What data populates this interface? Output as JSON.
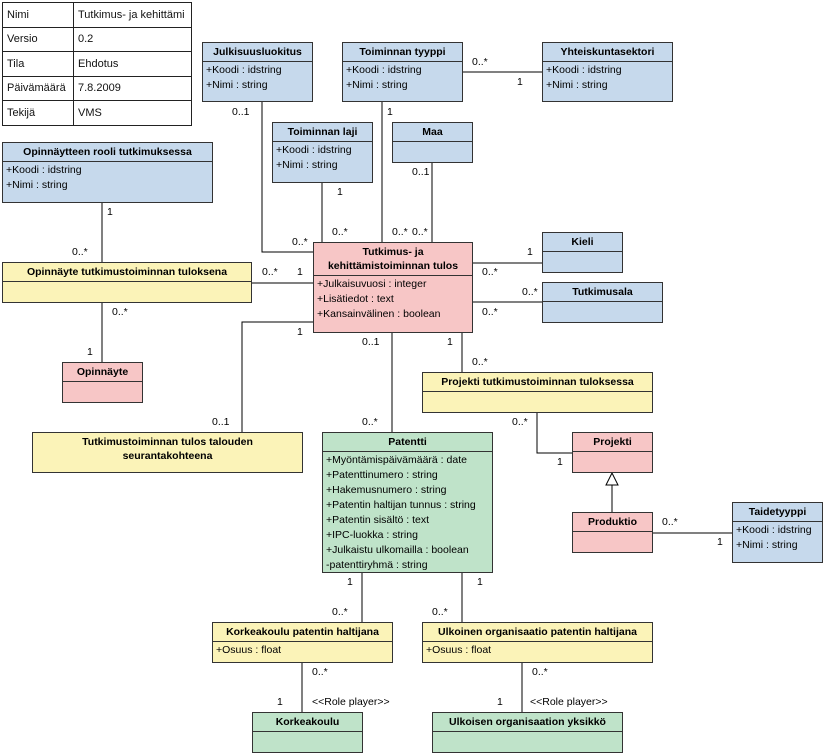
{
  "meta": [
    {
      "k": "Nimi",
      "v": "Tutkimus- ja kehittämi"
    },
    {
      "k": "Versio",
      "v": "0.2"
    },
    {
      "k": "Tila",
      "v": "Ehdotus"
    },
    {
      "k": "Päivämäärä",
      "v": "7.8.2009"
    },
    {
      "k": "Tekijä",
      "v": "VMS"
    }
  ],
  "classes": {
    "julkisuusluokitus": {
      "title": "Julkisuusluokitus",
      "attrs": [
        "+Koodi : idstring",
        "+Nimi : string"
      ]
    },
    "toiminnan_tyyppi": {
      "title": "Toiminnan tyyppi",
      "attrs": [
        "+Koodi : idstring",
        "+Nimi : string"
      ]
    },
    "yhteiskuntasektori": {
      "title": "Yhteiskuntasektori",
      "attrs": [
        "+Koodi : idstring",
        "+Nimi : string"
      ]
    },
    "toiminnan_laji": {
      "title": "Toiminnan laji",
      "attrs": [
        "+Koodi : idstring",
        "+Nimi : string"
      ]
    },
    "maa": {
      "title": "Maa",
      "attrs": []
    },
    "opinnaytteen_rooli": {
      "title": "Opinnäytteen rooli tutkimuksessa",
      "attrs": [
        "+Koodi : idstring",
        "+Nimi : string"
      ]
    },
    "tulos": {
      "title_line1": "Tutkimus- ja",
      "title_line2": "kehittämistoiminnan tulos",
      "attrs": [
        "+Julkaisuvuosi : integer",
        "+Lisätiedot : text",
        "+Kansainvälinen : boolean"
      ]
    },
    "kieli": {
      "title": "Kieli",
      "attrs": []
    },
    "tutkimusala": {
      "title": "Tutkimusala",
      "attrs": []
    },
    "opinnayte_tuloksena": {
      "title": "Opinnäyte tutkimustoiminnan tuloksena",
      "attrs": []
    },
    "opinnayte": {
      "title": "Opinnäyte",
      "attrs": []
    },
    "projekti_tuloksessa": {
      "title": "Projekti tutkimustoiminnan tuloksessa",
      "attrs": []
    },
    "projekti": {
      "title": "Projekti",
      "attrs": []
    },
    "tulos_talouden": {
      "title_line1": "Tutkimustoiminnan tulos talouden",
      "title_line2": "seurantakohteena",
      "attrs": []
    },
    "patentti": {
      "title": "Patentti",
      "attrs": [
        "+Myöntämispäivämäärä : date",
        "+Patenttinumero : string",
        "+Hakemusnumero : string",
        "+Patentin haltijan tunnus : string",
        "+Patentin sisältö : text",
        "+IPC-luokka : string",
        "+Julkaistu ulkomailla : boolean",
        "-patenttiryhmä : string"
      ]
    },
    "produktio": {
      "title": "Produktio",
      "attrs": []
    },
    "taidetyyppi": {
      "title": "Taidetyyppi",
      "attrs": [
        "+Koodi : idstring",
        "+Nimi : string"
      ]
    },
    "korkeakoulu_haltijana": {
      "title": "Korkeakoulu patentin haltijana",
      "attrs": [
        "+Osuus : float"
      ]
    },
    "ulkoinen_haltijana": {
      "title": "Ulkoinen organisaatio patentin haltijana",
      "attrs": [
        "+Osuus : float"
      ]
    },
    "korkeakoulu": {
      "title": "Korkeakoulu",
      "attrs": []
    },
    "ulkoisen_yksikko": {
      "title": "Ulkoisen organisaation yksikkö",
      "attrs": []
    }
  },
  "multiplicities": {
    "m_julk_top": "0..1",
    "m_julk_bot": "0..*",
    "m_tyyppi_top": "1",
    "m_tyyppi_bot": "0..*",
    "m_tyyppi_yht": "0..*",
    "m_yht_tyyppi": "1",
    "m_laji_top": "1",
    "m_laji_bot": "0..*",
    "m_maa_top": "0..1",
    "m_maa_bot": "0..*",
    "m_rooli_top": "1",
    "m_rooli_bot": "0..*",
    "m_optul_right": "0..*",
    "m_tulos_left": "1",
    "m_optul_bot": "0..*",
    "m_op_top": "1",
    "m_kieli_tulos": "0..*",
    "m_kieli": "1",
    "m_ala_tulos": "0..*",
    "m_ala": "0..*",
    "m_tulos_talous": "1",
    "m_talous": "0..1",
    "m_tulos_pat": "0..1",
    "m_pat_top": "0..*",
    "m_tulos_proj": "1",
    "m_projtul": "0..*",
    "m_projtul_bot": "0..*",
    "m_proj_left": "1",
    "m_prod_tt": "0..*",
    "m_tt": "1",
    "m_pat_kk": "1",
    "m_kkh_top": "0..*",
    "m_pat_ulk": "1",
    "m_ulkh_top": "0..*",
    "m_kkh_bot": "0..*",
    "m_kk": "1",
    "m_ulkh_bot": "0..*",
    "m_uy": "1",
    "role1": "<<Role player>>",
    "role2": "<<Role player>>"
  },
  "colors": {
    "blue": "#c6d9ec",
    "pink": "#f7c6c6",
    "yellow": "#fbf3b8",
    "green": "#bfe3c9"
  }
}
